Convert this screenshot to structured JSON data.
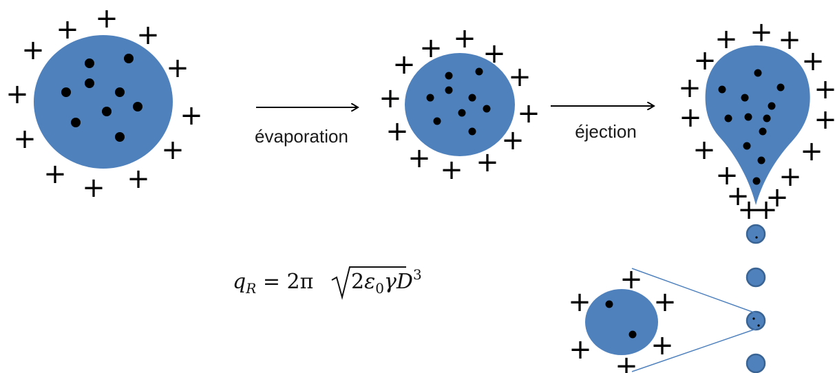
{
  "labels": {
    "evaporation": "évaporation",
    "ejection": "éjection"
  },
  "formula": {
    "lhs_var": "q",
    "lhs_sub": "R",
    "eq": " = 2π",
    "radicand_coef": "2",
    "eps": "ε",
    "eps_sub": "0",
    "gamma": "γ",
    "d": "D",
    "exp": "3"
  },
  "glyphs": {
    "plus": "+"
  },
  "colors": {
    "droplet_fill": "#4f81bd",
    "droplet_stroke": "#3a6494",
    "particle": "#000000",
    "arrow": "#000000",
    "zoom_line": "#4f81bd"
  }
}
